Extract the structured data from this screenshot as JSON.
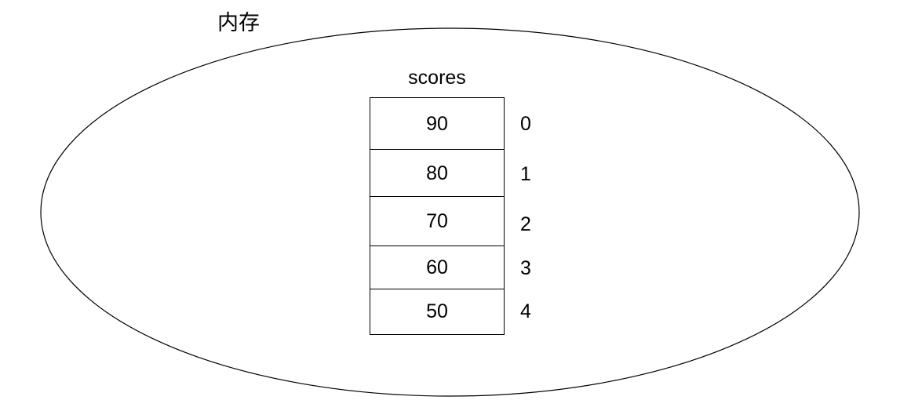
{
  "diagram": {
    "background_color": "#ffffff",
    "stroke_color": "#000000",
    "container": {
      "label": "内存",
      "shape": "ellipse"
    },
    "array": {
      "name": "scores",
      "cells": [
        {
          "value": "90",
          "index": "0"
        },
        {
          "value": "80",
          "index": "1"
        },
        {
          "value": "70",
          "index": "2"
        },
        {
          "value": "60",
          "index": "3"
        },
        {
          "value": "50",
          "index": "4"
        }
      ]
    }
  }
}
